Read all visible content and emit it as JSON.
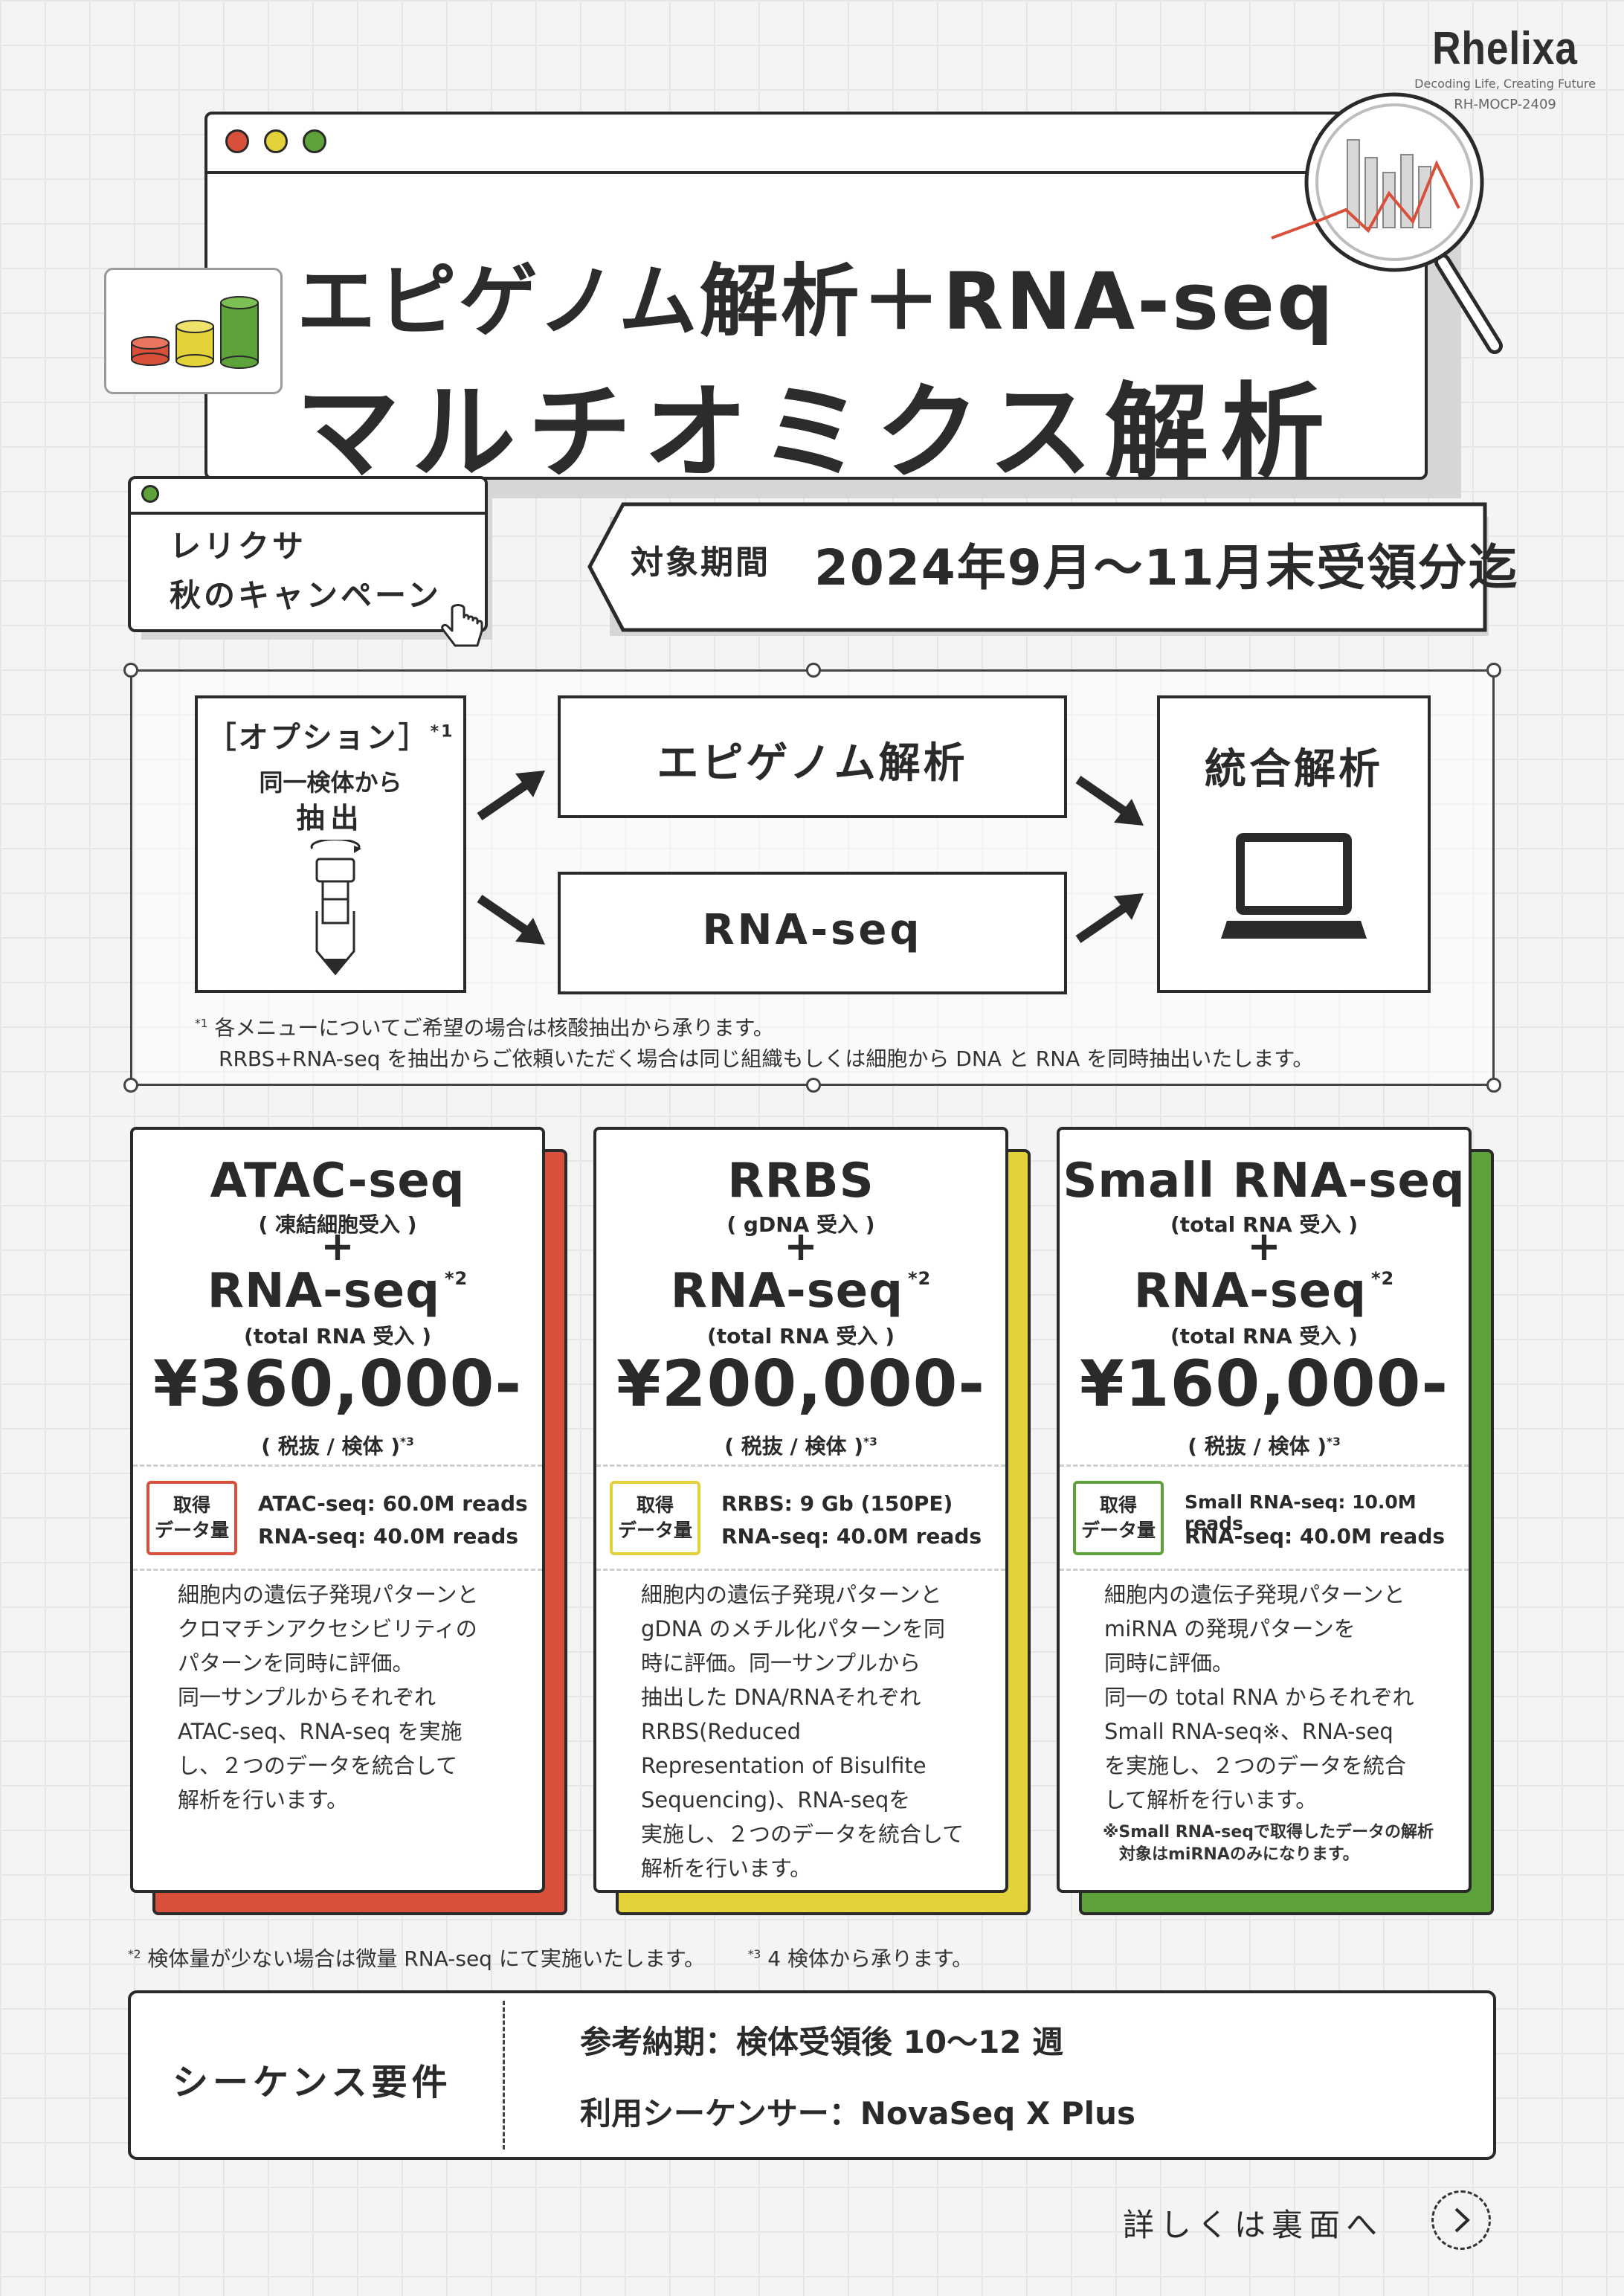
{
  "brand": {
    "logo": "Rhelixa",
    "tagline": "Decoding Life, Creating Future",
    "code": "RH-MOCP-2409"
  },
  "title": {
    "line1": "エピゲノム解析＋RNA-seq",
    "line2": "マルチオミクス解析"
  },
  "campaign": {
    "line1": "レリクサ",
    "line2": "秋のキャンペーン"
  },
  "period": {
    "label": "対象期間",
    "value": "2024年9月〜11月末受領分迄"
  },
  "flow": {
    "option_title": "［オプション］",
    "option_mark": "*1",
    "option_line1": "同一検体から",
    "option_line2": "抽出",
    "step_epigenome": "エピゲノム解析",
    "step_rnaseq": "RNA-seq",
    "step_integrated": "統合解析",
    "note_mark": "*1",
    "note_line1": "各メニューについてご希望の場合は核酸抽出から承ります。",
    "note_line2": "RRBS+RNA-seq を抽出からご依頼いただく場合は同じ組織もしくは細胞から DNA と RNA を同時抽出いたします。"
  },
  "cards": [
    {
      "name": "ATAC-seq",
      "name_sub": "( 凍結細胞受入 )",
      "plus": "+",
      "rna": "RNA-seq",
      "rna_mark": "*2",
      "rna_sub": "(total RNA 受入 )",
      "price": "¥360,000-",
      "tax": "( 税抜 / 検体 )",
      "tax_mark": "*3",
      "badge_line1": "取得",
      "badge_line2": "データ量",
      "reads1": "ATAC-seq: 60.0M reads",
      "reads2": "RNA-seq: 40.0M reads",
      "desc": [
        "細胞内の遺伝子発現パターンと",
        "クロマチンアクセシビリティの",
        "パターンを同時に評価。",
        "同一サンプルからそれぞれ",
        "ATAC-seq、RNA-seq を実施",
        "し、２つのデータを統合して",
        "解析を行います。"
      ],
      "fine": [],
      "color": "#d9503a"
    },
    {
      "name": "RRBS",
      "name_sub": "( gDNA 受入 )",
      "plus": "+",
      "rna": "RNA-seq",
      "rna_mark": "*2",
      "rna_sub": "(total RNA 受入 )",
      "price": "¥200,000-",
      "tax": "( 税抜 / 検体 )",
      "tax_mark": "*3",
      "badge_line1": "取得",
      "badge_line2": "データ量",
      "reads1": "RRBS: 9 Gb (150PE)",
      "reads2": "RNA-seq: 40.0M reads",
      "desc": [
        "細胞内の遺伝子発現パターンと",
        "gDNA のメチル化パターンを同",
        "時に評価。同一サンプルから",
        "抽出した DNA/RNAそれぞれ",
        "RRBS(Reduced",
        "Representation of Bisulfite",
        "Sequencing)、RNA-seqを",
        "実施し、２つのデータを統合して",
        "解析を行います。"
      ],
      "fine": [],
      "color": "#e3d23a"
    },
    {
      "name": "Small RNA-seq",
      "name_sub": "(total RNA 受入 )",
      "plus": "+",
      "rna": "RNA-seq",
      "rna_mark": "*2",
      "rna_sub": "(total RNA 受入 )",
      "price": "¥160,000-",
      "tax": "( 税抜 / 検体 )",
      "tax_mark": "*3",
      "badge_line1": "取得",
      "badge_line2": "データ量",
      "reads1": "Small RNA-seq: 10.0M reads",
      "reads2": "RNA-seq: 40.0M reads",
      "desc": [
        "細胞内の遺伝子発現パターンと",
        "miRNA の発現パターンを",
        "同時に評価。",
        "同一の total RNA からそれぞれ",
        "Small RNA-seq※、RNA-seq",
        "を実施し、２つのデータを統合",
        "して解析を行います。"
      ],
      "fine": [
        "※Small RNA-seqで取得したデータの解析",
        "　対象はmiRNAのみになります。"
      ],
      "color": "#5da33a"
    }
  ],
  "footnotes": {
    "mark2": "*2",
    "note2": "検体量が少ない場合は微量 RNA-seq にて実施いたします。",
    "mark3": "*3",
    "note3": "4 検体から承ります。"
  },
  "requirements": {
    "heading": "シーケンス要件",
    "line1": "参考納期：検体受領後 10〜12 週",
    "line2": "利用シーケンサー：NovaSeq X Plus"
  },
  "more": {
    "label": "詳しくは裏面へ"
  },
  "colors": {
    "red": "#d9503a",
    "yellow": "#e3d23a",
    "green": "#5da33a",
    "ink": "#2a2a2a"
  }
}
